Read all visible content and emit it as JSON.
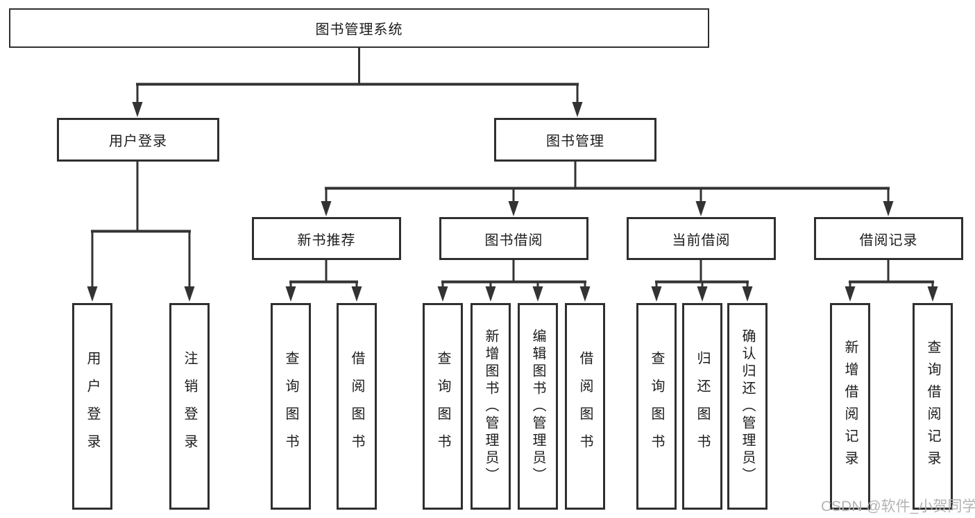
{
  "colors": {
    "line": "#333333",
    "border": "#2f2f2f",
    "text": "#1c1c1c",
    "bg": "#ffffff",
    "watermark": "#b3b3b3"
  },
  "diagram": {
    "root": {
      "label": "图书管理系统"
    },
    "level2": {
      "user_login": {
        "label": "用户登录"
      },
      "book_management": {
        "label": "图书管理"
      }
    },
    "level3": {
      "new_book_recommend": {
        "label": "新书推荐"
      },
      "book_borrow": {
        "label": "图书借阅"
      },
      "current_borrow": {
        "label": "当前借阅"
      },
      "borrow_records": {
        "label": "借阅记录"
      }
    },
    "leaves": {
      "user_login": [
        {
          "label": "用户登录"
        },
        {
          "label": "注销登录"
        }
      ],
      "new_book_recommend": [
        {
          "label": "查询图书"
        },
        {
          "label": "借阅图书"
        }
      ],
      "book_borrow": [
        {
          "label": "查询图书"
        },
        {
          "label": "新增图书（管理员）"
        },
        {
          "label": "编辑图书（管理员）"
        },
        {
          "label": "借阅图书"
        }
      ],
      "current_borrow": [
        {
          "label": "查询图书"
        },
        {
          "label": "归还图书"
        },
        {
          "label": "确认归还（管理员）"
        }
      ],
      "borrow_records": [
        {
          "label": "新增借阅记录"
        },
        {
          "label": "查询借阅记录"
        }
      ]
    }
  },
  "watermark": {
    "text": "CSDN @软件_小贺同学"
  }
}
